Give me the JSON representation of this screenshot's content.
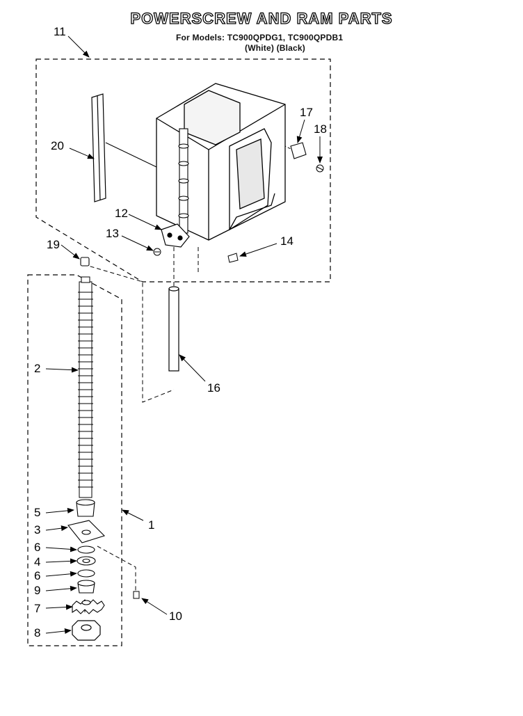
{
  "header": {
    "title": "POWERSCREW AND RAM PARTS",
    "models": "For Models: TC900QPDG1, TC900QPDB1",
    "colors": "(White)   (Black)"
  },
  "callouts": {
    "c11": "11",
    "c20": "20",
    "c17": "17",
    "c18": "18",
    "c12": "12",
    "c13": "13",
    "c14": "14",
    "c19": "19",
    "c16": "16",
    "c2": "2",
    "c1": "1",
    "c5": "5",
    "c3": "3",
    "c6a": "6",
    "c4": "4",
    "c6b": "6",
    "c9": "9",
    "c10": "10",
    "c7": "7",
    "c8": "8"
  }
}
